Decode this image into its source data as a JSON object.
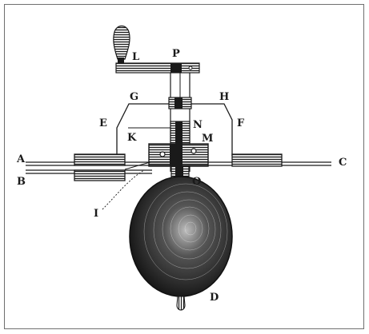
{
  "figure": {
    "labels": {
      "A": "A",
      "B": "B",
      "C": "C",
      "D": "D",
      "E": "E",
      "F": "F",
      "G": "G",
      "H": "H",
      "I": "I",
      "K": "K",
      "L": "L",
      "M": "M",
      "N": "N",
      "O": "O",
      "P": "P"
    }
  },
  "colors": {
    "ink": "#1a1a1a",
    "paper": "#ffffff",
    "border": "#6f6f6f"
  }
}
